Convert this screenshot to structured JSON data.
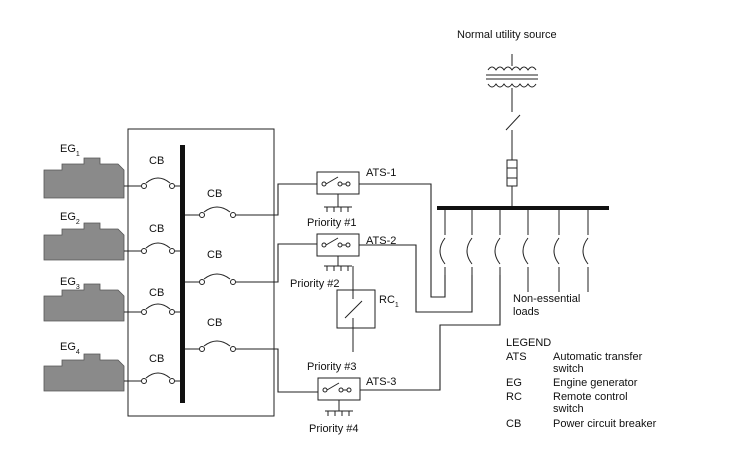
{
  "utility_source": "Normal utility source",
  "generators": [
    {
      "name": "EG",
      "sub": "1"
    },
    {
      "name": "EG",
      "sub": "2"
    },
    {
      "name": "EG",
      "sub": "3"
    },
    {
      "name": "EG",
      "sub": "4"
    }
  ],
  "cb_label": "CB",
  "ats": [
    "ATS-1",
    "ATS-2",
    "ATS-3"
  ],
  "rc": {
    "name": "RC",
    "sub": "1"
  },
  "priorities": [
    "Priority #1",
    "Priority #2",
    "Priority #3",
    "Priority #4"
  ],
  "nonessential": [
    "Non-essential",
    "loads"
  ],
  "legend": {
    "title": "LEGEND",
    "items": [
      {
        "abbr": "ATS",
        "desc": [
          "Automatic transfer",
          "switch"
        ]
      },
      {
        "abbr": "EG",
        "desc": [
          "Engine generator"
        ]
      },
      {
        "abbr": "RC",
        "desc": [
          "Remote control",
          "switch"
        ]
      },
      {
        "abbr": "CB",
        "desc": [
          "Power circuit breaker"
        ]
      }
    ]
  }
}
